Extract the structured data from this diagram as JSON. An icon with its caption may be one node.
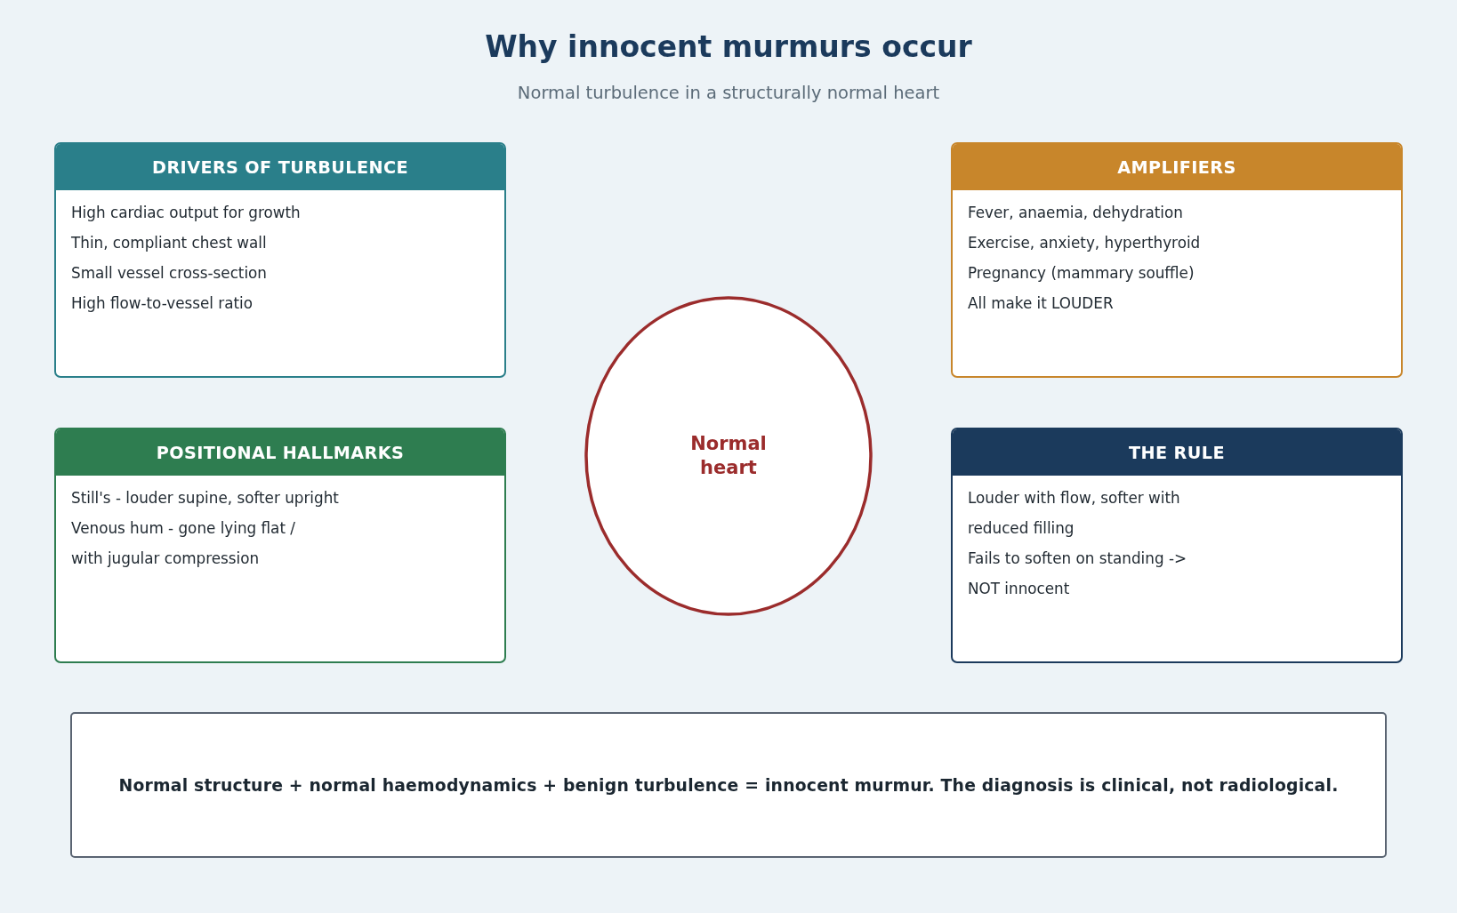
{
  "diagram": {
    "title": "Why innocent murmurs occur",
    "nodes": [
      {
        "text": [
          "DRIVERS OF TURBULENCE",
          "High cardiac output for growth",
          "Thin, compliant chest wall",
          "Small vessel cross-section",
          "High flow-to-vessel ratio"
        ]
      },
      {
        "text": [
          "AMPLIFIERS",
          "Fever, anaemia, dehydration",
          "Exercise, anxiety, hyperthyroid",
          "Pregnancy (mammary souffle)",
          "All make it LOUDER"
        ]
      },
      {
        "text": [
          "Normal heart"
        ]
      },
      {
        "text": [
          "POSITIONAL HALLMARKS",
          "Still's - louder supine, softer upright",
          "Venous hum - gone lying flat / with jugular compression"
        ]
      },
      {
        "text": [
          "THE RULE",
          "Louder with flow, softer with reduced filling",
          "Fails to soften on standing -> NOT innocent"
        ]
      },
      {
        "text": [
          "Normal structure + normal haemodynamics + benign turbulence = innocent murmur. The diagnosis is clinical, not radiological."
        ]
      }
    ],
    "labels": [
      "Normal turbulence in a structurally normal heart"
    ]
  }
}
